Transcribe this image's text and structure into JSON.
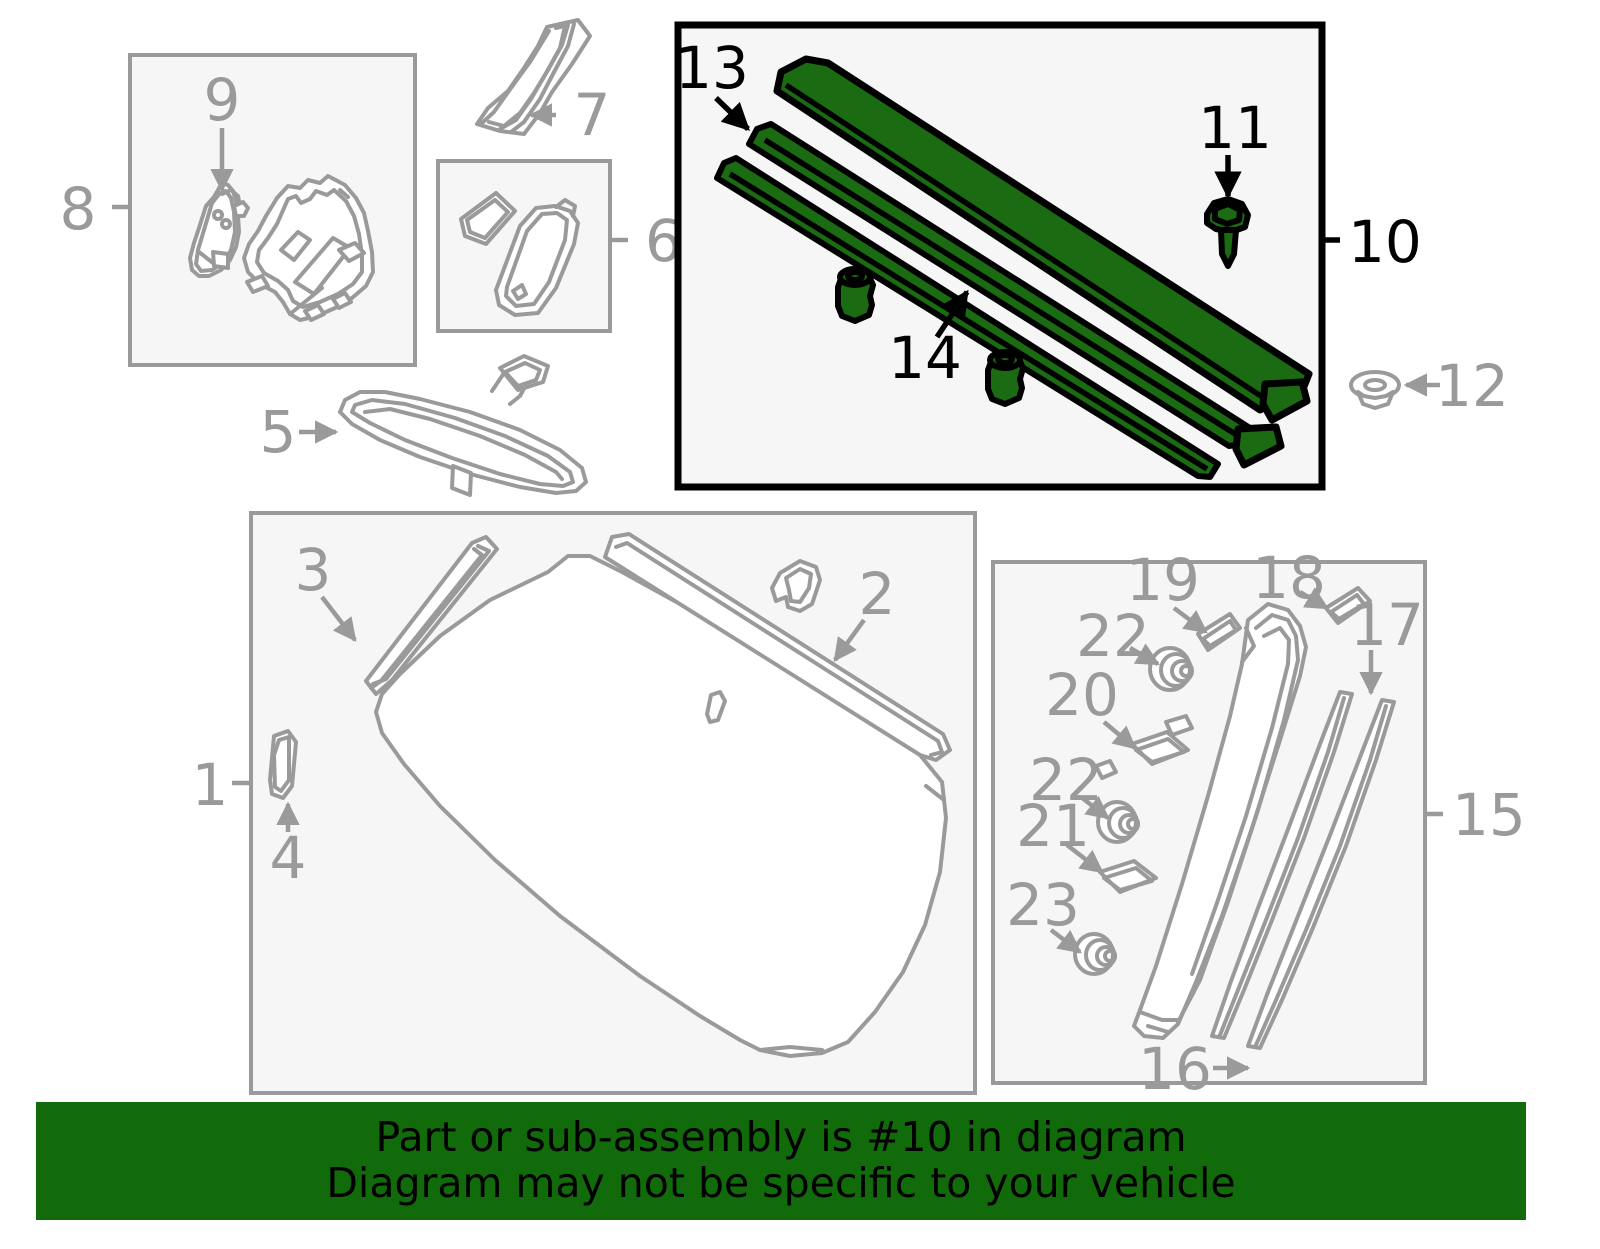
{
  "diagram": {
    "title": "Windshield and related parts exploded diagram",
    "highlight_color": "#1a6b12",
    "line_color": "#9a9a9a",
    "panel_fill": "#f6f6f6",
    "callouts": [
      {
        "id": "1",
        "label": "1",
        "highlighted": false,
        "group": "windshield-panel"
      },
      {
        "id": "2",
        "label": "2",
        "highlighted": false,
        "group": "windshield-panel"
      },
      {
        "id": "3",
        "label": "3",
        "highlighted": false,
        "group": "windshield-panel"
      },
      {
        "id": "4",
        "label": "4",
        "highlighted": false,
        "group": "windshield-panel"
      },
      {
        "id": "5",
        "label": "5",
        "highlighted": false,
        "group": "rear-view-mirror"
      },
      {
        "id": "6",
        "label": "6",
        "highlighted": false,
        "group": "sensor-cover-panel"
      },
      {
        "id": "7",
        "label": "7",
        "highlighted": false,
        "group": "wiring-harness"
      },
      {
        "id": "8",
        "label": "8",
        "highlighted": false,
        "group": "bracket-panel"
      },
      {
        "id": "9",
        "label": "9",
        "highlighted": false,
        "group": "bracket-panel"
      },
      {
        "id": "10",
        "label": "10",
        "highlighted": true,
        "group": "roof-molding-panel"
      },
      {
        "id": "11",
        "label": "11",
        "highlighted": true,
        "group": "roof-molding-panel"
      },
      {
        "id": "12",
        "label": "12",
        "highlighted": false,
        "group": "roof-molding-panel"
      },
      {
        "id": "13",
        "label": "13",
        "highlighted": true,
        "group": "roof-molding-panel"
      },
      {
        "id": "14",
        "label": "14",
        "highlighted": true,
        "group": "roof-molding-panel"
      },
      {
        "id": "15",
        "label": "15",
        "highlighted": false,
        "group": "pillar-trim-panel"
      },
      {
        "id": "16",
        "label": "16",
        "highlighted": false,
        "group": "pillar-trim-panel"
      },
      {
        "id": "17",
        "label": "17",
        "highlighted": false,
        "group": "pillar-trim-panel"
      },
      {
        "id": "18",
        "label": "18",
        "highlighted": false,
        "group": "pillar-trim-panel"
      },
      {
        "id": "19",
        "label": "19",
        "highlighted": false,
        "group": "pillar-trim-panel"
      },
      {
        "id": "20",
        "label": "20",
        "highlighted": false,
        "group": "pillar-trim-panel"
      },
      {
        "id": "21",
        "label": "21",
        "highlighted": false,
        "group": "pillar-trim-panel"
      },
      {
        "id": "22a",
        "label": "22",
        "highlighted": false,
        "group": "pillar-trim-panel"
      },
      {
        "id": "22b",
        "label": "22",
        "highlighted": false,
        "group": "pillar-trim-panel"
      },
      {
        "id": "23",
        "label": "23",
        "highlighted": false,
        "group": "pillar-trim-panel"
      }
    ]
  },
  "banner": {
    "background": "#126b0b",
    "line1": "Part or sub-assembly is #10 in diagram",
    "line2": "Diagram may not be specific to your vehicle"
  }
}
